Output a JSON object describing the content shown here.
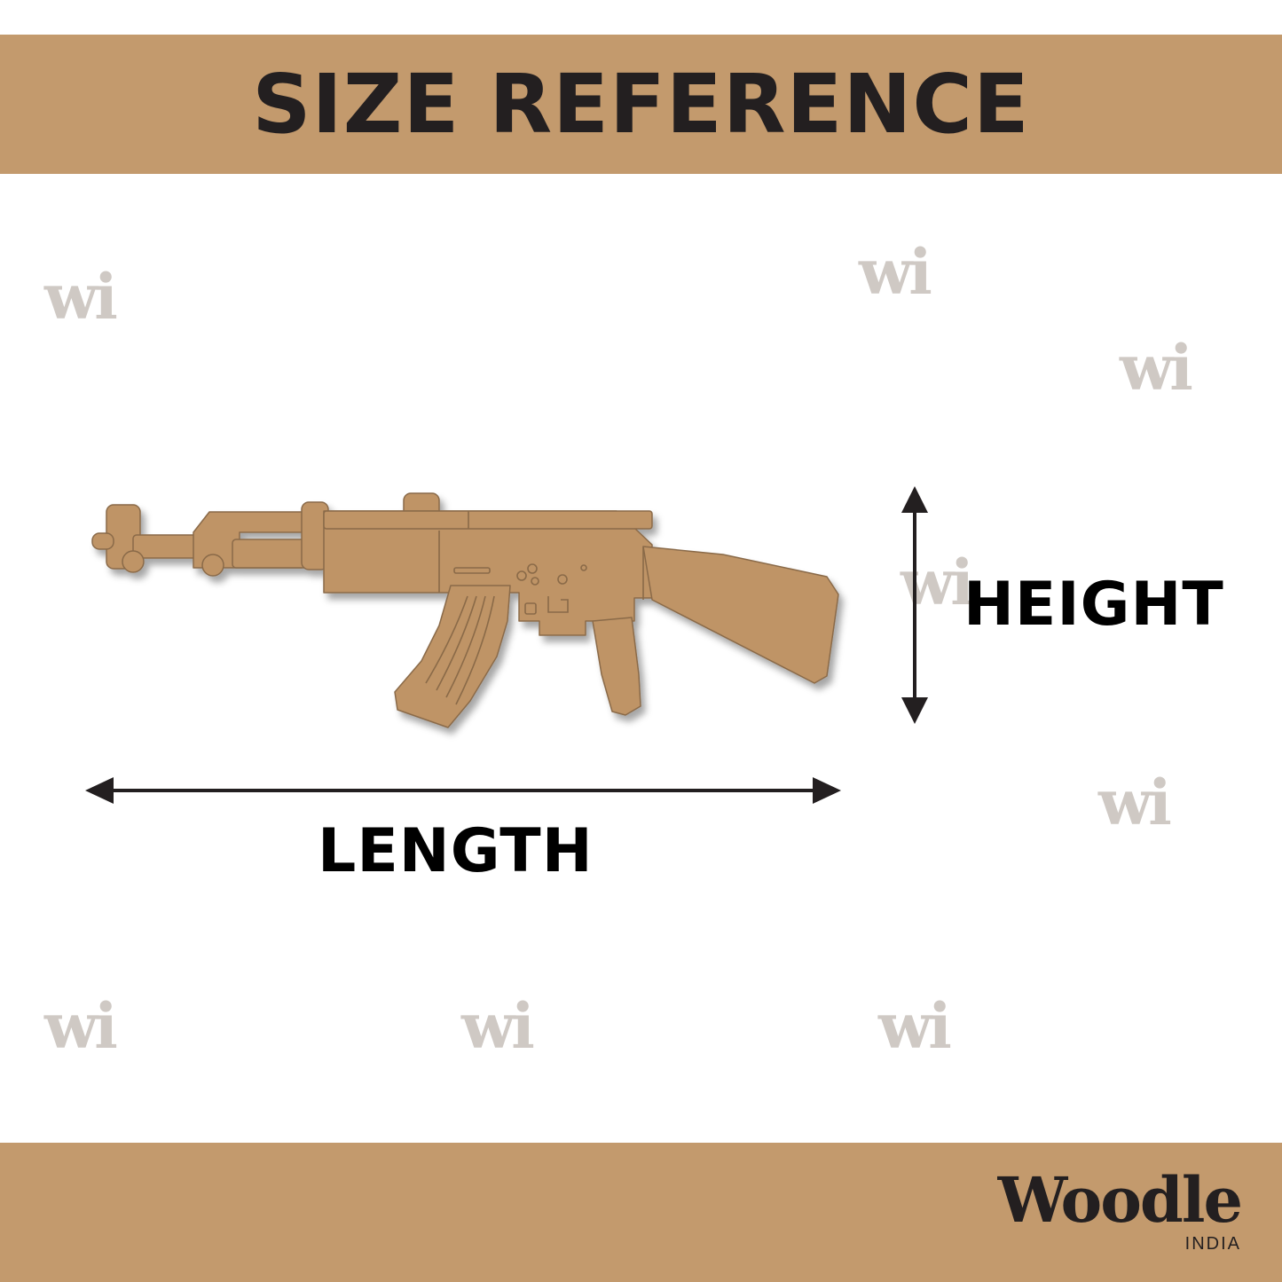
{
  "header": {
    "title": "SIZE REFERENCE"
  },
  "watermarks": [
    "wi",
    "wi",
    "wi",
    "wi",
    "wi",
    "wi",
    "wi",
    "wi"
  ],
  "dimensions": {
    "height_label": "HEIGHT",
    "length_label": "LENGTH"
  },
  "brand": {
    "name": "Woodle",
    "subtitle": "INDIA"
  },
  "colors": {
    "banner": "#c39a6d",
    "product": "#bf9466",
    "text": "#231f20",
    "watermark": "#cfc9c4"
  },
  "product": {
    "icon": "rifle-cutout-icon"
  }
}
